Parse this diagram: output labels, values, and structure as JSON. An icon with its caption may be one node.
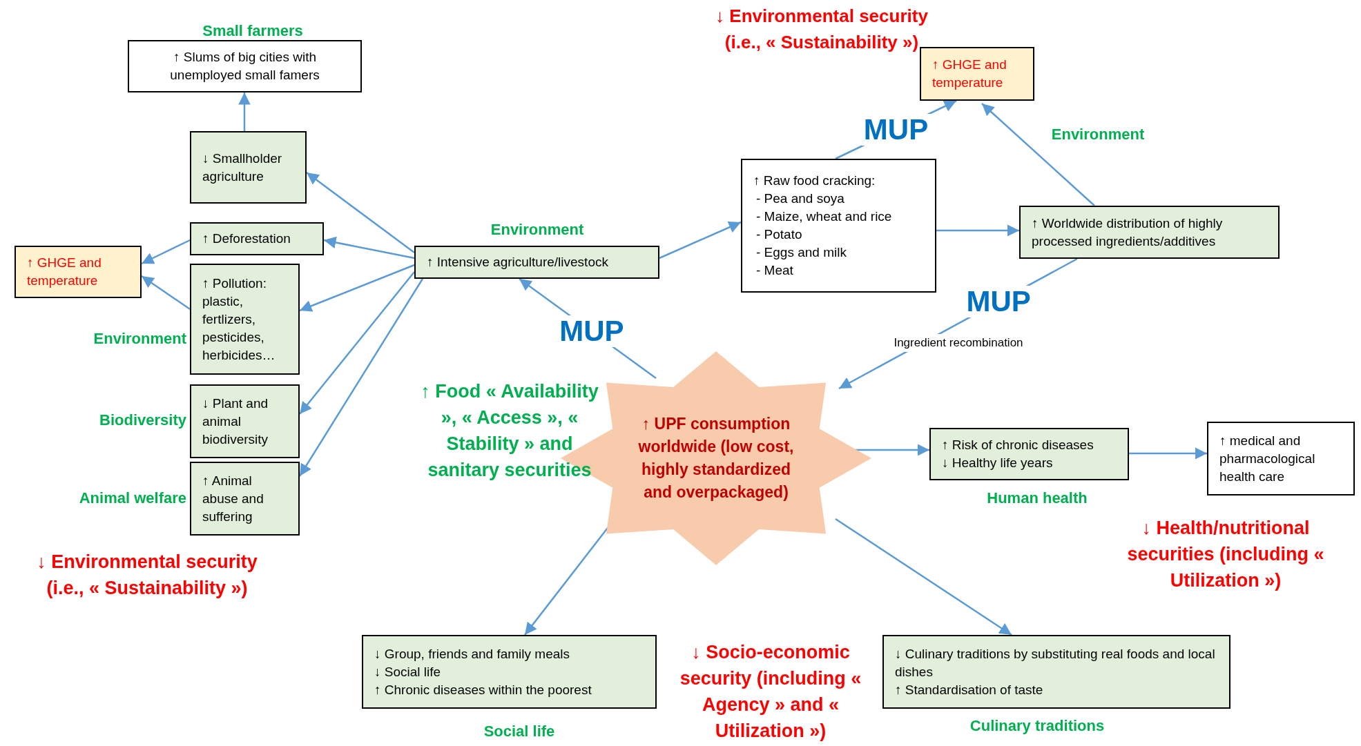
{
  "diagram": {
    "nodes": [
      {
        "text": [
          "↑ Slums of big cities with unemployed small famers"
        ],
        "beside": [
          "Small farmers"
        ]
      },
      {
        "text": [
          "↓ Smallholder agriculture"
        ]
      },
      {
        "text": [
          "↑ Deforestation"
        ]
      },
      {
        "text": [
          "↑ GHGE and temperature"
        ]
      },
      {
        "text": [
          "↑ Pollution: plastic, fertlizers, pesticides, herbicides…"
        ]
      },
      {
        "text": [
          "↓ Plant and animal biodiversity"
        ]
      },
      {
        "text": [
          "↑ Animal abuse and suffering"
        ]
      },
      {
        "text": [
          "↑ Intensive agriculture/livestock"
        ],
        "beside": [
          "Environment"
        ]
      },
      {
        "text": [
          "↑ Raw food cracking:",
          "- Pea and soya",
          "- Maize, wheat and rice",
          "- Potato",
          "- Eggs and milk",
          "- Meat"
        ]
      },
      {
        "text": [
          "↑ GHGE and temperature"
        ]
      },
      {
        "text": [
          "↑ Worldwide distribution of highly processed ingredients/additives"
        ]
      },
      {
        "text": [
          "↑ UPF consumption worldwide (low cost, highly standardized and overpackaged)"
        ]
      },
      {
        "text": [
          "↑ Risk of chronic diseases",
          "↓ Healthy life years"
        ],
        "beside": [
          "Human health"
        ]
      },
      {
        "text": [
          "↑ medical and pharmacological health care"
        ]
      },
      {
        "text": [
          "↓ Group, friends and family meals",
          "↓ Social life",
          "↑ Chronic diseases within the poorest"
        ],
        "beside": [
          "Social life"
        ]
      },
      {
        "text": [
          "↓ Culinary traditions by substituting real foods and local dishes",
          "↑ Standardisation of taste"
        ],
        "beside": [
          "Culinary traditions"
        ]
      }
    ],
    "edges": [
      {
        "from": 1,
        "to": 0,
        "arrow": "to"
      },
      {
        "from": 7,
        "to": 1,
        "arrow": "to"
      },
      {
        "from": 7,
        "to": 2,
        "arrow": "to"
      },
      {
        "from": 7,
        "to": 4,
        "arrow": "to"
      },
      {
        "from": 7,
        "to": 5,
        "arrow": "to"
      },
      {
        "from": 7,
        "to": 6,
        "arrow": "to"
      },
      {
        "from": 2,
        "to": 3,
        "arrow": "to"
      },
      {
        "from": 4,
        "to": 3,
        "arrow": "to"
      },
      {
        "from": 7,
        "to": 8,
        "arrow": "to"
      },
      {
        "from": 8,
        "to": 9,
        "arrow": "to",
        "label": "MUP"
      },
      {
        "from": 10,
        "to": 9,
        "arrow": "to"
      },
      {
        "from": 8,
        "to": 10,
        "arrow": "to"
      },
      {
        "from": 10,
        "to": 11,
        "arrow": "to",
        "label": "MUP"
      },
      {
        "from": 11,
        "to": 7,
        "arrow": "to",
        "label": "MUP"
      },
      {
        "from": 11,
        "to": 12,
        "arrow": "to"
      },
      {
        "from": 12,
        "to": 13,
        "arrow": "to"
      },
      {
        "from": 11,
        "to": 14,
        "arrow": "to"
      },
      {
        "from": 11,
        "to": 15,
        "arrow": "to"
      }
    ],
    "labels": [
      "↓ Environmental security (i.e., « Sustainability »)",
      "Environment",
      "Environment",
      "Ingredient recombination",
      "↑ Food « Availability », « Access », « Stability » and sanitary securities",
      "Biodiversity",
      "Animal welfare",
      "↓ Health/nutritional securities (including « Utilization »)",
      "↓ Environmental security (i.e., « Sustainability »)",
      "↓ Socio-economic security (including « Agency » and « Utilization »)"
    ]
  }
}
